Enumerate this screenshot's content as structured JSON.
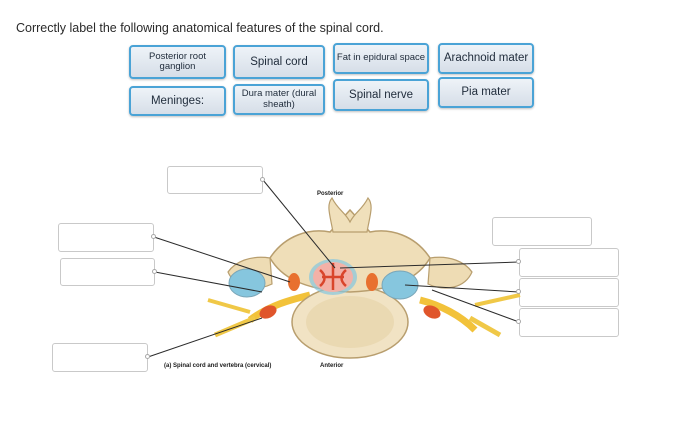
{
  "question": "Correctly label the following anatomical features of the spinal cord.",
  "labels": [
    "Posterior root ganglion",
    "Spinal cord",
    "Fat in epidural space",
    "Arachnoid mater",
    "Meninges:",
    "Dura mater (dural sheath)",
    "Spinal nerve",
    "Pia mater"
  ],
  "figure": {
    "posterior": "Posterior",
    "anterior": "Anterior",
    "caption": "(a) Spinal cord and vertebra (cervical)"
  },
  "colors": {
    "chip_border": "#4aa3d6",
    "bone": "#e9d8b2",
    "nerve": "#f2c23a",
    "blood": "#e0552b",
    "meninges": "#86c6de"
  }
}
